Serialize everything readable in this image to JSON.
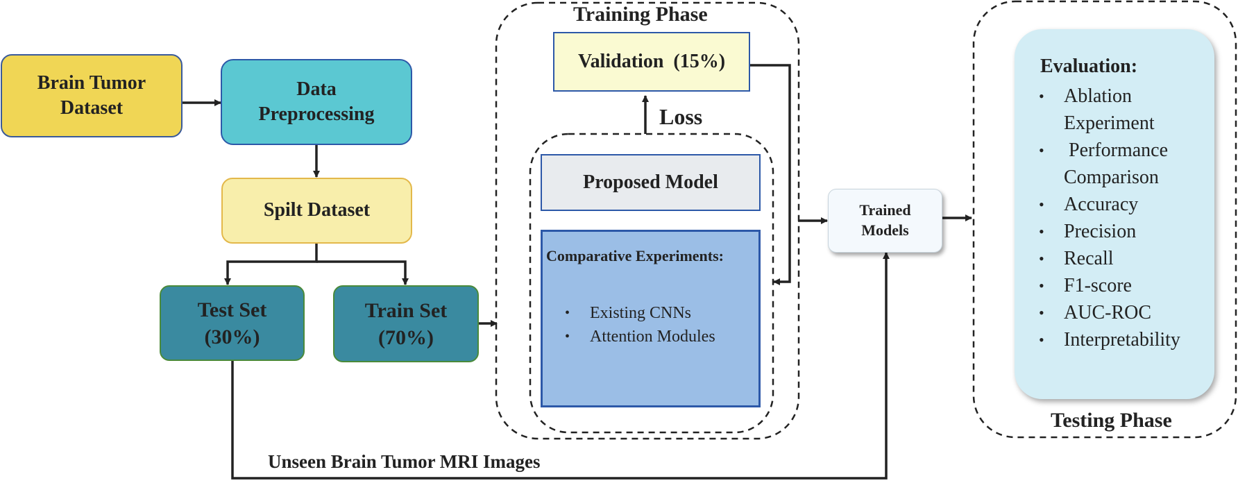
{
  "nodes": {
    "dataset": "Brain Tumor\nDataset",
    "preprocessing": "Data\nPreprocessing",
    "split": "Spilt Dataset",
    "test_set": "Test Set\n(30%)",
    "train_set": "Train Set\n(70%)",
    "validation": "Validation  (15%)",
    "proposed_model": "Proposed Model",
    "comparative_title": "Comparative Experiments:",
    "comparative_items": [
      "Existing CNNs",
      "Attention Modules"
    ],
    "trained_models": "Trained\nModels"
  },
  "labels": {
    "training_phase": "Training Phase",
    "loss": "Loss",
    "testing_phase": "Testing Phase",
    "unseen": "Unseen Brain Tumor MRI Images"
  },
  "evaluation": {
    "title": "Evaluation:",
    "items": [
      "Ablation\nExperiment",
      " Performance\nComparison",
      "Accuracy",
      "Precision",
      "Recall",
      "F1-score",
      "AUC-ROC",
      "Interpretability"
    ]
  },
  "colors": {
    "dataset": "#f0d655",
    "preprocessing": "#5bc8d2",
    "split": "#f8eeab",
    "sets": "#3a8aa0",
    "validation": "#fafad2",
    "proposed": "#e8ebee",
    "comparative": "#9bbee6",
    "trained": "#f4f9fd",
    "evaluation": "#d3edf5"
  }
}
